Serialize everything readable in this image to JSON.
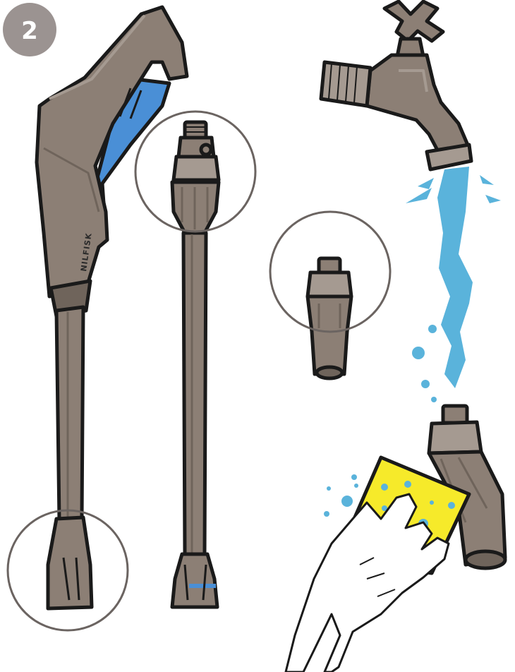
{
  "step": {
    "number": "2"
  },
  "brand": {
    "logo_text": "NILFISK"
  },
  "colors": {
    "body": "#8c7f75",
    "body_dark": "#6f645b",
    "body_light": "#a59a91",
    "outline": "#1a1a1a",
    "blue_trigger": "#4a8fd6",
    "water": "#5ab3db",
    "sponge": "#f6ea2a",
    "circle_stroke": "#6b6461",
    "badge": "#9b9391",
    "badge_text": "#ffffff"
  },
  "icons": [
    "spray-handle",
    "spray-lance",
    "water-tap",
    "nozzle-connector",
    "inlet-filter",
    "sponge",
    "hand",
    "water-stream"
  ]
}
